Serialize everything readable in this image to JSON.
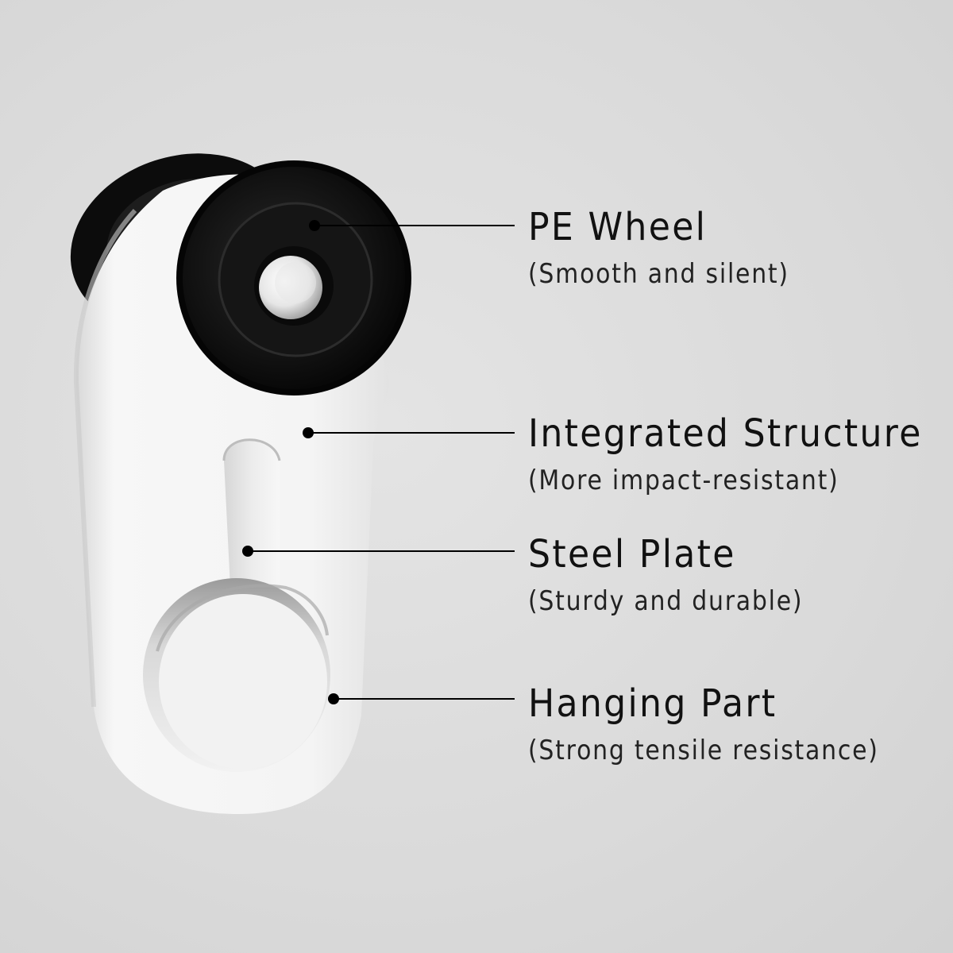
{
  "callouts": [
    {
      "title": "PE Wheel",
      "subtitle": "(Smooth and silent)"
    },
    {
      "title": "Integrated Structure",
      "subtitle": "(More impact-resistant)"
    },
    {
      "title": "Steel Plate",
      "subtitle": "(Sturdy and durable)"
    },
    {
      "title": "Hanging Part",
      "subtitle": "(Strong tensile resistance)"
    }
  ],
  "colors": {
    "background": "#dcdcdc",
    "body": "#f4f4f4",
    "wheel": "#111111",
    "text": "#111111"
  }
}
